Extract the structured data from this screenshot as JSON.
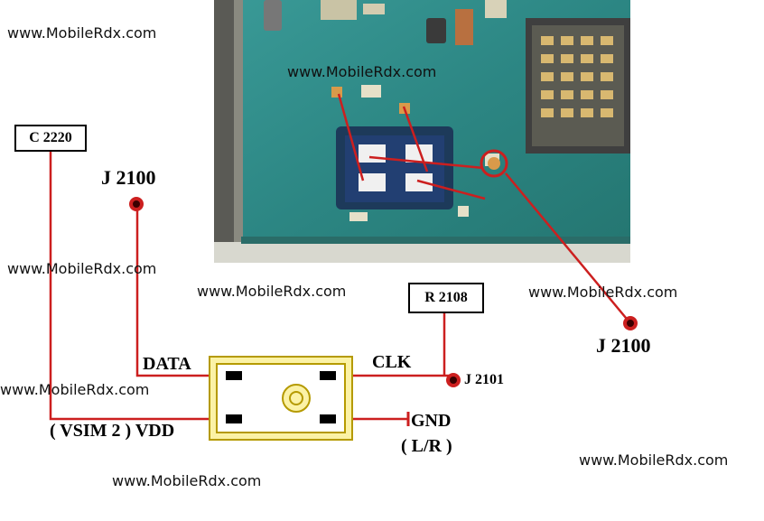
{
  "watermark": "www.MobileRdx.com",
  "labels": {
    "c2220": "C 2220",
    "j2100_left": "J 2100",
    "j2100_right": "J 2100",
    "r2108": "R 2108",
    "j2101": "J 2101",
    "data": "DATA",
    "clk": "CLK",
    "vsim_vdd": "( VSIM 2 ) VDD",
    "gnd": "GND",
    "lr": "( L/R )"
  },
  "colors": {
    "wire": "#cc1f1f",
    "pcb": "#2f8e8e",
    "connector_fill": "#fbf2a6",
    "connector_border": "#b59a00"
  }
}
